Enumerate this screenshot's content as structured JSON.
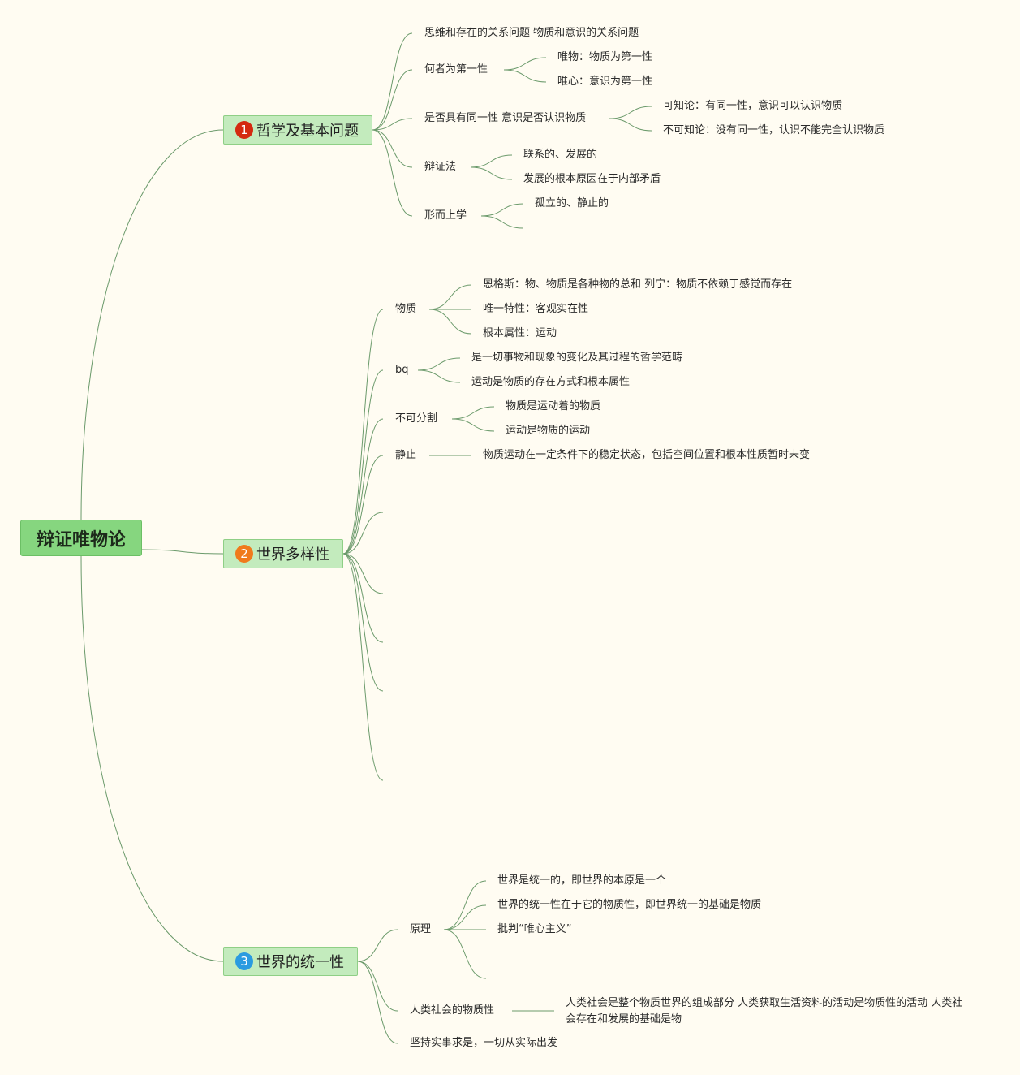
{
  "colors": {
    "root_fill": "#86d67f",
    "branch_fill": "#c3ebbd",
    "line": "#6b9a6b",
    "badge1": "#d42a10",
    "badge2": "#f07a1c",
    "badge3": "#2b9be0"
  },
  "root": {
    "label": "辩证唯物论"
  },
  "branches": [
    {
      "badge": "1",
      "label": "哲学及基本问题",
      "children": [
        {
          "label": "思维和存在的关系问题 物质和意识的关系问题",
          "children": []
        },
        {
          "label": "何者为第一性",
          "children": [
            "唯物：物质为第一性",
            "唯心：意识为第一性"
          ]
        },
        {
          "label": "是否具有同一性 意识是否认识物质",
          "children": [
            "可知论：有同一性，意识可以认识物质",
            "不可知论：没有同一性，认识不能完全认识物质"
          ]
        },
        {
          "label": "辩证法",
          "children": [
            "联系的、发展的",
            "发展的根本原因在于内部矛盾"
          ]
        },
        {
          "label": "形而上学",
          "children": [
            "孤立的、静止的",
            ""
          ]
        }
      ]
    },
    {
      "badge": "2",
      "label": "世界多样性",
      "children": [
        {
          "label": "物质",
          "children": [
            "恩格斯：物、物质是各种物的总和 列宁：物质不依赖于感觉而存在",
            "唯一特性：客观实在性",
            "根本属性：运动"
          ]
        },
        {
          "label": "bq",
          "children": [
            "是一切事物和现象的变化及其过程的哲学范畴",
            "运动是物质的存在方式和根本属性"
          ]
        },
        {
          "label": "不可分割",
          "children": [
            "物质是运动着的物质",
            "运动是物质的运动"
          ]
        },
        {
          "label": "静止",
          "children": [
            "物质运动在一定条件下的稳定状态，包括空间位置和根本性质暂时未变"
          ]
        },
        {
          "label": "",
          "children": []
        },
        {
          "label": "",
          "children": []
        },
        {
          "label": "",
          "children": []
        },
        {
          "label": "",
          "children": []
        },
        {
          "label": "",
          "children": []
        }
      ]
    },
    {
      "badge": "3",
      "label": "世界的统一性",
      "children": [
        {
          "label": "原理",
          "children": [
            "世界是统一的，即世界的本原是一个",
            "世界的统一性在于它的物质性，即世界统一的基础是物质",
            "批判“唯心主义”",
            ""
          ]
        },
        {
          "label": "人类社会的物质性",
          "children": [
            "人类社会是整个物质世界的组成部分 人类获取生活资料的活动是物质性的活动 人类社会存在和发展的基础是物"
          ]
        },
        {
          "label": "坚持实事求是，一切从实际出发",
          "children": []
        }
      ]
    }
  ]
}
